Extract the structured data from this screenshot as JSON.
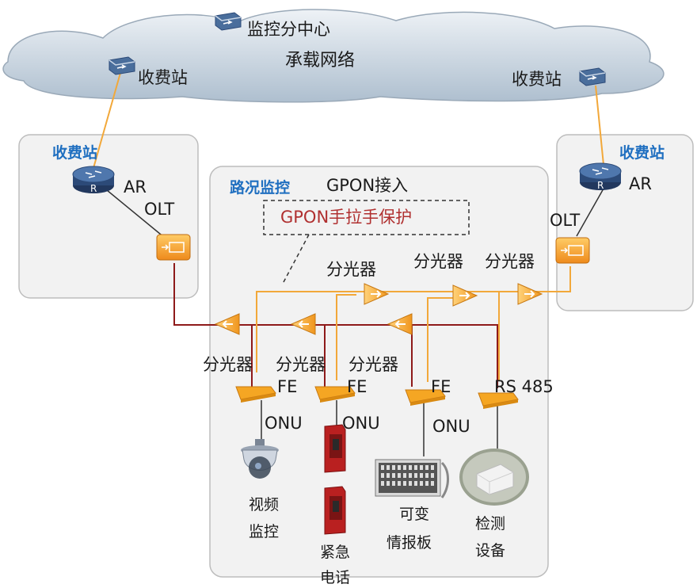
{
  "cloud": {
    "center_label": "监控分中心",
    "network_label": "承载网络",
    "left_station_label": "收费站",
    "right_station_label": "收费站"
  },
  "left_station": {
    "title": "收费站",
    "router_label": "AR",
    "olt_label": "OLT"
  },
  "right_station": {
    "title": "收费站",
    "router_label": "AR",
    "olt_label": "OLT"
  },
  "center": {
    "title": "路况监控",
    "access_label": "GPON接入",
    "protection_label": "GPON手拉手保护",
    "splitter_top_labels": [
      "分光器",
      "分光器",
      "分光器"
    ],
    "splitter_bottom_labels": [
      "分光器",
      "分光器",
      "分光器"
    ],
    "onu_ports": [
      "FE",
      "FE",
      "FE",
      "RS 485"
    ],
    "onu_labels": [
      "ONU",
      "ONU",
      "ONU"
    ],
    "devices": [
      {
        "line1": "视频",
        "line2": "监控"
      },
      {
        "line1": "紧急",
        "line2": "电话"
      },
      {
        "line1": "可变",
        "line2": "情报板"
      },
      {
        "line1": "检测",
        "line2": "设备"
      }
    ]
  },
  "colors": {
    "fiber_orange": "#f2a83a",
    "fiber_darkred": "#8e1a1a",
    "onu_orange": "#f5a623",
    "router_blue": "#2c4a78",
    "cloud_fill": "#c8d4e0",
    "panel_fill": "#f1f1f1"
  }
}
